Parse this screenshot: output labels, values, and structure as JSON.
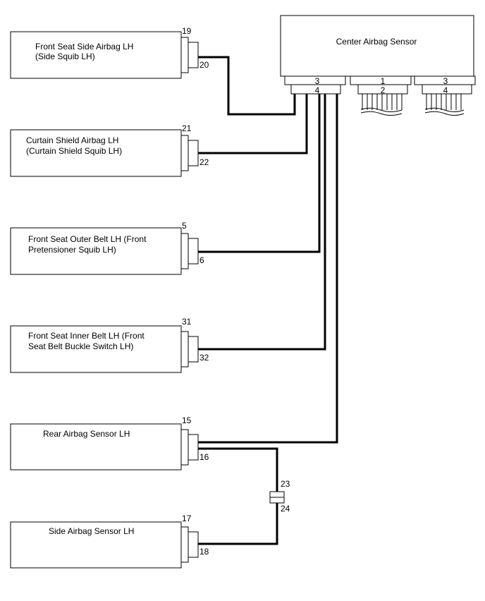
{
  "center_sensor": {
    "label": "Center Airbag Sensor",
    "connector_a": {
      "top_pin": "3",
      "bottom_pin": "4"
    },
    "connector_b": {
      "top_pin": "1",
      "bottom_pin": "2"
    },
    "connector_c": {
      "top_pin": "3",
      "bottom_pin": "4"
    }
  },
  "components": [
    {
      "label_line1": "Front Seat Side Airbag LH",
      "label_line2": "(Side Squib LH)",
      "pin_top": "19",
      "pin_bottom": "20"
    },
    {
      "label_line1": "Curtain Shield Airbag LH",
      "label_line2": "(Curtain Shield Squib LH)",
      "pin_top": "21",
      "pin_bottom": "22"
    },
    {
      "label_line1": "Front Seat Outer Belt LH (Front",
      "label_line2": "Pretensioner Squib LH)",
      "pin_top": "5",
      "pin_bottom": "6"
    },
    {
      "label_line1": "Front Seat Inner Belt LH (Front",
      "label_line2": "Seat Belt Buckle Switch LH)",
      "pin_top": "31",
      "pin_bottom": "32"
    },
    {
      "label_line1": "Rear Airbag Sensor LH",
      "label_line2": "",
      "pin_top": "15",
      "pin_bottom": "16"
    },
    {
      "label_line1": "Side Airbag Sensor LH",
      "label_line2": "",
      "pin_top": "17",
      "pin_bottom": "18"
    }
  ],
  "junction": {
    "pin_top": "23",
    "pin_bottom": "24"
  }
}
